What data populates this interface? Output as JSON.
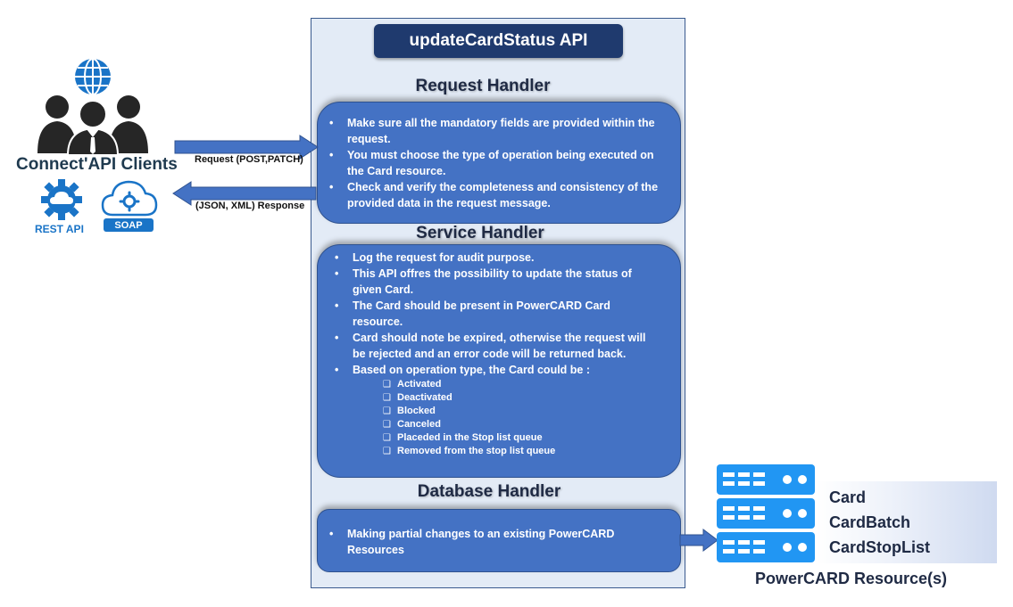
{
  "title": "updateCardStatus  API",
  "clients": {
    "label": "Connect'API Clients",
    "rest_label": "REST API",
    "soap_label": "SOAP"
  },
  "arrows": {
    "request_label": "Request (POST,PATCH)",
    "response_label": "(JSON, XML) Response"
  },
  "request_handler": {
    "title": "Request Handler",
    "items": [
      "Make sure all the mandatory fields are provided within the request.",
      "You must choose the type of operation being executed on the Card resource.",
      "Check and verify the completeness and consistency of the provided data in the request message."
    ]
  },
  "service_handler": {
    "title": "Service Handler",
    "items": [
      "Log the request for audit purpose.",
      "This API offres the possibility to update the status of given Card.",
      "The Card should be present in PowerCARD Card resource.",
      "Card should note be expired, otherwise the request will be rejected and an error code will be returned back.",
      "Based on operation type, the Card could be :"
    ],
    "statuses": [
      "Activated",
      "Deactivated",
      "Blocked",
      "Canceled",
      "Placeded in the Stop list queue",
      "Removed from the stop list queue"
    ]
  },
  "database_handler": {
    "title": "Database Handler",
    "items": [
      "Making partial changes to an existing PowerCARD Resources"
    ]
  },
  "resources": {
    "items": [
      "Card",
      "CardBatch",
      "CardStopList"
    ],
    "caption": "PowerCARD Resource(s)"
  },
  "colors": {
    "panel_bg": "#e3ebf6",
    "handler_bg": "#4472c4",
    "title_bg": "#1f3a6e",
    "server_blue": "#2196f3",
    "icon_dark": "#262626",
    "icon_blue": "#1a74c7"
  },
  "icons": [
    "people-globe-icon",
    "rest-api-icon",
    "soap-cloud-icon",
    "server-stack-icon"
  ]
}
